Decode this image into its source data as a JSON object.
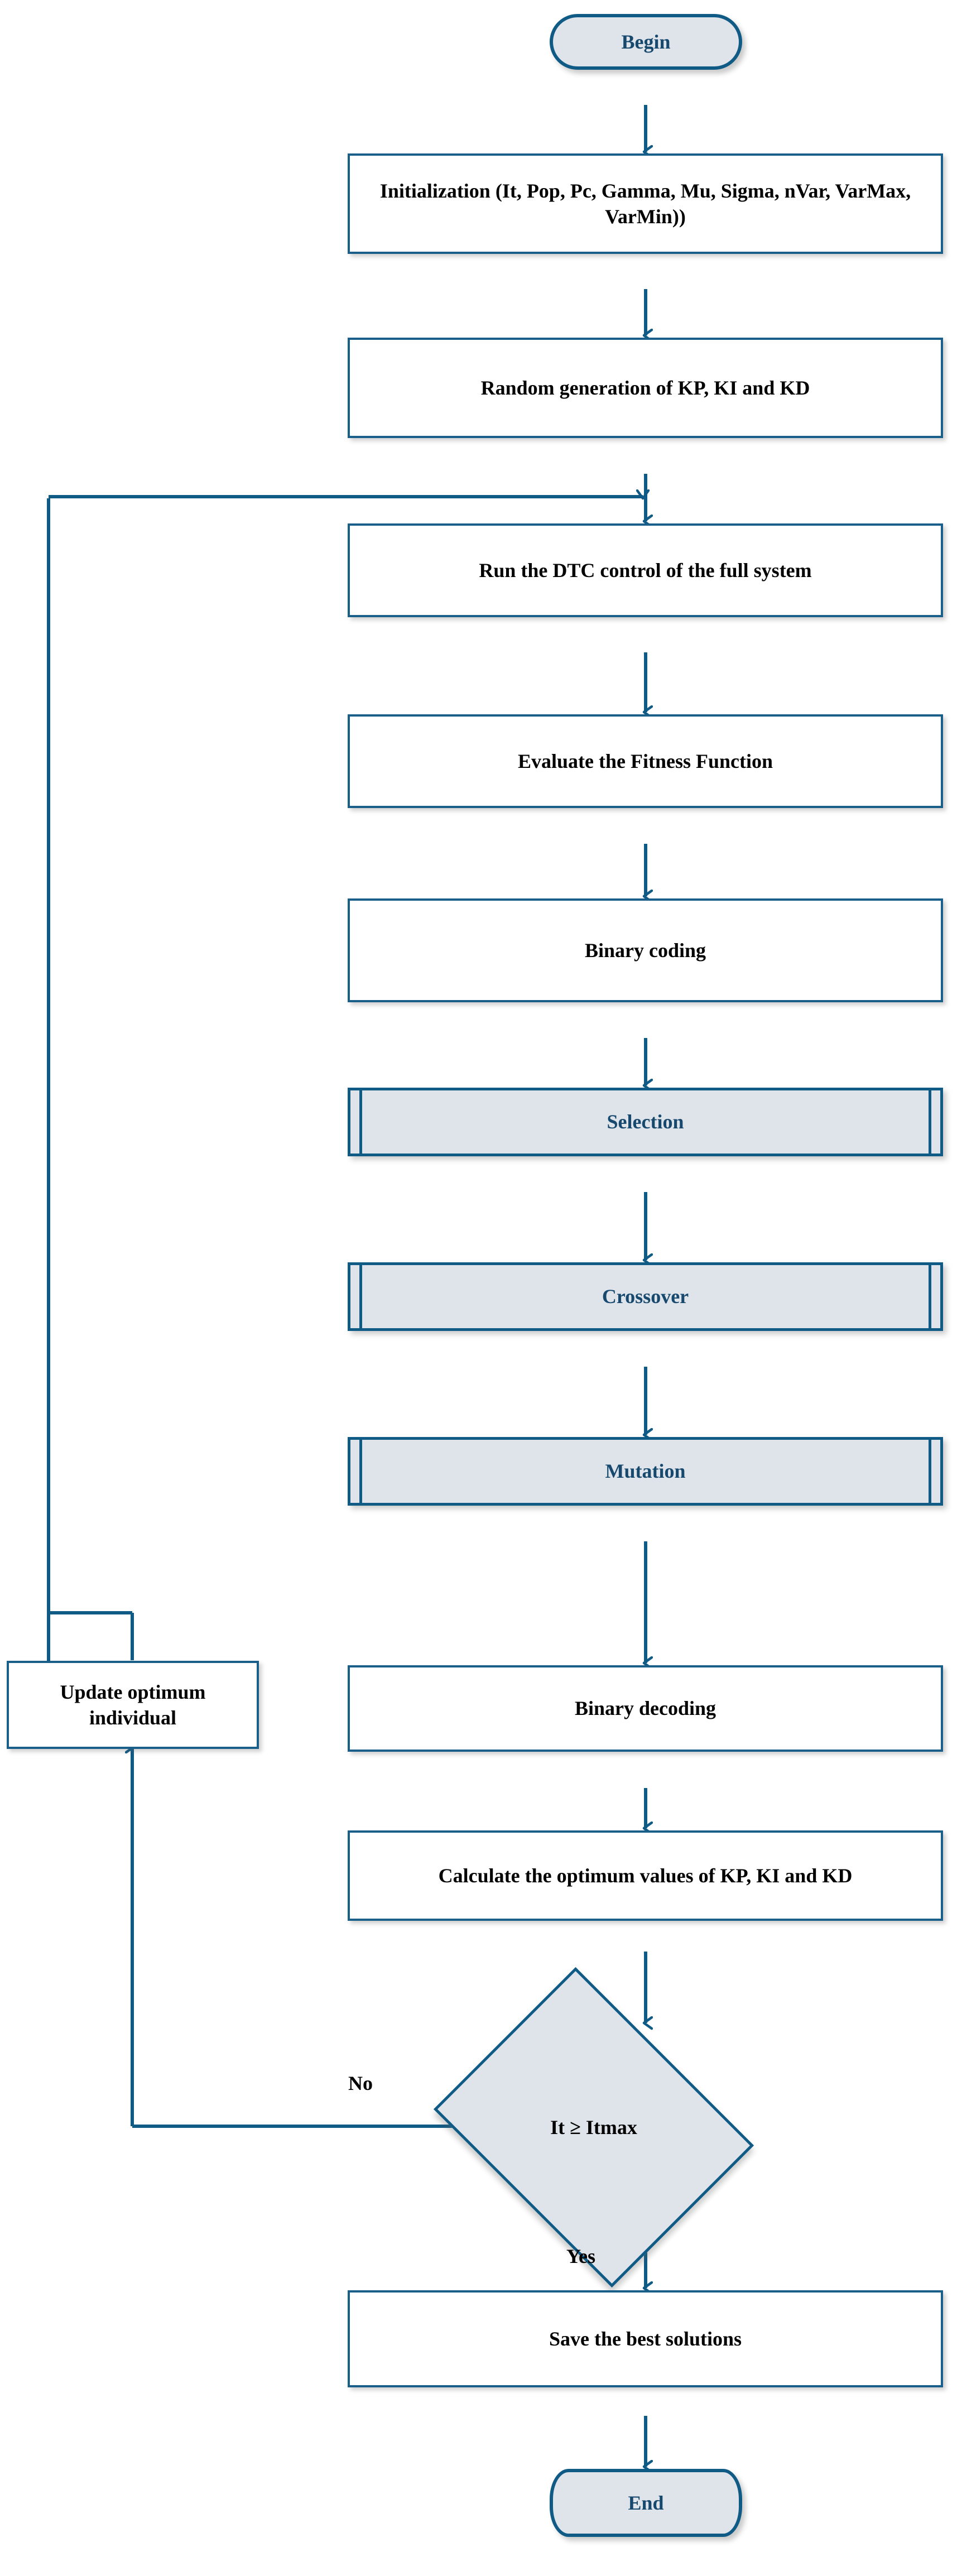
{
  "diagram": {
    "title": "Genetic Algorithm optimization flowchart for DTC PID tuning",
    "accent_color": "#0f5b86",
    "fill_color": "#dfe3ea",
    "text_color": "#000000",
    "terminator_text_color": "#17496e"
  },
  "nodes": {
    "begin": {
      "label": "Begin",
      "shape": "terminator"
    },
    "initialization": {
      "label": "Initialization (It, Pop, Pc, Gamma, Mu, Sigma, nVar, VarMax, VarMin))",
      "shape": "process"
    },
    "random_generation": {
      "label": "Random generation of KP, KI and KD",
      "shape": "process"
    },
    "run_dtc": {
      "label": "Run the DTC control of the full system",
      "shape": "process"
    },
    "evaluate_fitness": {
      "label": "Evaluate the Fitness Function",
      "shape": "process"
    },
    "binary_coding": {
      "label": "Binary coding",
      "shape": "process"
    },
    "selection": {
      "label": "Selection",
      "shape": "predefined-process"
    },
    "crossover": {
      "label": "Crossover",
      "shape": "predefined-process"
    },
    "mutation": {
      "label": "Mutation",
      "shape": "predefined-process"
    },
    "update_optimum": {
      "label": "Update optimum individual",
      "shape": "process"
    },
    "binary_decoding": {
      "label": "Binary decoding",
      "shape": "process"
    },
    "calculate_optimum": {
      "label": "Calculate the optimum values of  KP, KI and KD",
      "shape": "process"
    },
    "decision": {
      "label": "It ≥ Itmax",
      "shape": "decision"
    },
    "save_best": {
      "label": "Save the best solutions",
      "shape": "process"
    },
    "end": {
      "label": "End",
      "shape": "terminator"
    }
  },
  "edge_labels": {
    "no": "No",
    "yes": "Yes"
  }
}
